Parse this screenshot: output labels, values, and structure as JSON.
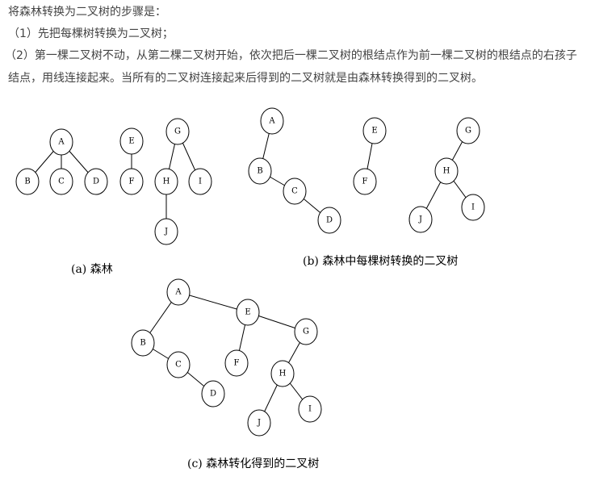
{
  "text": {
    "intro": "将森林转换为二叉树的步骤是：",
    "step1": "（1）先把每棵树转换为二叉树；",
    "step2_line1": "（2）第一棵二叉树不动，从第二棵二叉树开始，依次把后一棵二叉树的根结点作为前一棵二叉树的根结点的右孩子",
    "step2_line2": "结点，用线连接起来。当所有的二叉树连接起来后得到的二叉树就是由森林转换得到的二叉树。"
  },
  "figure": {
    "caption_a": "(a) 森林",
    "caption_b": "(b) 森林中每棵树转换的二叉树",
    "caption_c": "(c) 森林转化得到的二叉树",
    "nodes": [
      "A",
      "B",
      "C",
      "D",
      "E",
      "F",
      "G",
      "H",
      "I",
      "J"
    ],
    "forest_edges": [
      [
        "A",
        "B"
      ],
      [
        "A",
        "C"
      ],
      [
        "A",
        "D"
      ],
      [
        "E",
        "F"
      ],
      [
        "G",
        "H"
      ],
      [
        "G",
        "I"
      ],
      [
        "H",
        "J"
      ]
    ],
    "converted_edges": [
      [
        "A",
        "B"
      ],
      [
        "B",
        "C"
      ],
      [
        "C",
        "D"
      ],
      [
        "E",
        "F"
      ],
      [
        "G",
        "H"
      ],
      [
        "H",
        "J"
      ],
      [
        "H",
        "I"
      ]
    ],
    "combined_edges": [
      [
        "A",
        "B"
      ],
      [
        "B",
        "C"
      ],
      [
        "C",
        "D"
      ],
      [
        "A",
        "E"
      ],
      [
        "E",
        "F"
      ],
      [
        "E",
        "G"
      ],
      [
        "G",
        "H"
      ],
      [
        "H",
        "J"
      ],
      [
        "H",
        "I"
      ]
    ]
  }
}
